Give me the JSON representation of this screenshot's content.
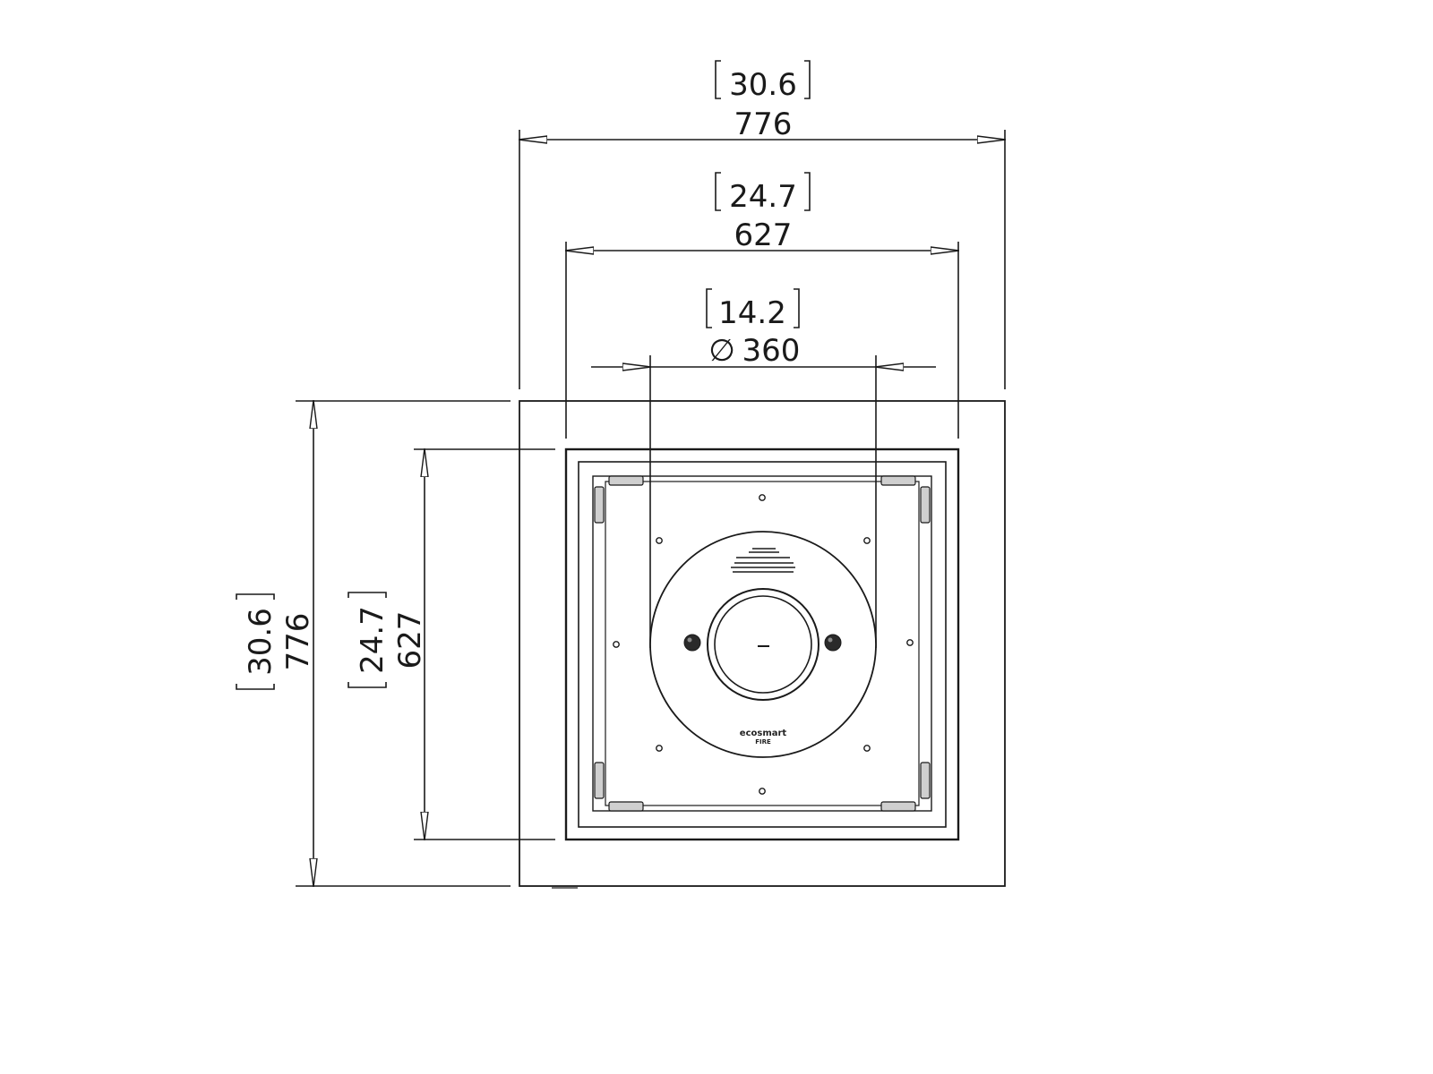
{
  "drawing": {
    "overall_width": {
      "imperial": "30.6",
      "metric": "776"
    },
    "inner_width": {
      "imperial": "24.7",
      "metric": "627"
    },
    "burner_diameter": {
      "imperial": "14.2",
      "symbol": "∅",
      "metric": "360"
    },
    "overall_depth": {
      "imperial": "30.6",
      "metric": "776"
    },
    "inner_depth": {
      "imperial": "24.7",
      "metric": "627"
    },
    "burner_logo": "ecosmart",
    "burner_logo_sub": "FIRE"
  },
  "colors": {
    "line": "#1a1a1a",
    "background": "#ffffff"
  }
}
